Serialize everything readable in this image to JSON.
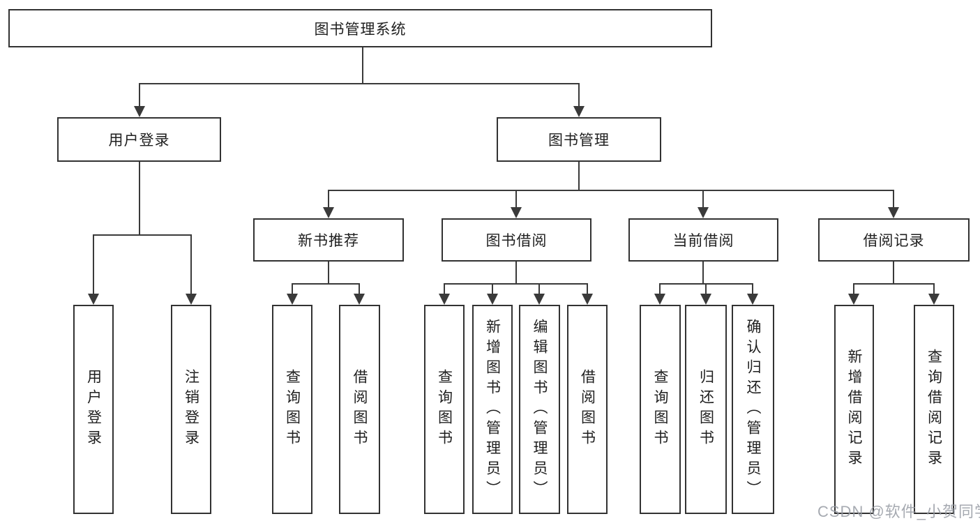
{
  "diagram": {
    "title": "图书管理系统",
    "nodes": {
      "root": "图书管理系统",
      "user_login": "用户登录",
      "book_mgmt": "图书管理",
      "new_book_rec": "新书推荐",
      "book_borrow": "图书借阅",
      "current_borrow": "当前借阅",
      "borrow_records": "借阅记录",
      "ul_login": "用户登录",
      "ul_logout": "注销登录",
      "nbr_query": "查询图书",
      "nbr_borrow": "借阅图书",
      "bb_query": "查询图书",
      "bb_add": "新增图书（管理员）",
      "bb_edit": "编辑图书（管理员）",
      "bb_borrow": "借阅图书",
      "cb_query": "查询图书",
      "cb_return": "归还图书",
      "cb_confirm": "确认归还（管理员）",
      "br_add": "新增借阅记录",
      "br_query": "查询借阅记录"
    },
    "hierarchy": {
      "root": [
        "user_login",
        "book_mgmt"
      ],
      "user_login": [
        "ul_login",
        "ul_logout"
      ],
      "book_mgmt": [
        "new_book_rec",
        "book_borrow",
        "current_borrow",
        "borrow_records"
      ],
      "new_book_rec": [
        "nbr_query",
        "nbr_borrow"
      ],
      "book_borrow": [
        "bb_query",
        "bb_add",
        "bb_edit",
        "bb_borrow"
      ],
      "current_borrow": [
        "cb_query",
        "cb_return",
        "cb_confirm"
      ],
      "borrow_records": [
        "br_add",
        "br_query"
      ]
    },
    "colors": {
      "line": "#3a3a3a",
      "border": "#323232",
      "text": "#1f1f1f",
      "background": "#ffffff",
      "watermark": "#969ba3"
    }
  },
  "watermark": "CSDN @软件_小贺同学"
}
